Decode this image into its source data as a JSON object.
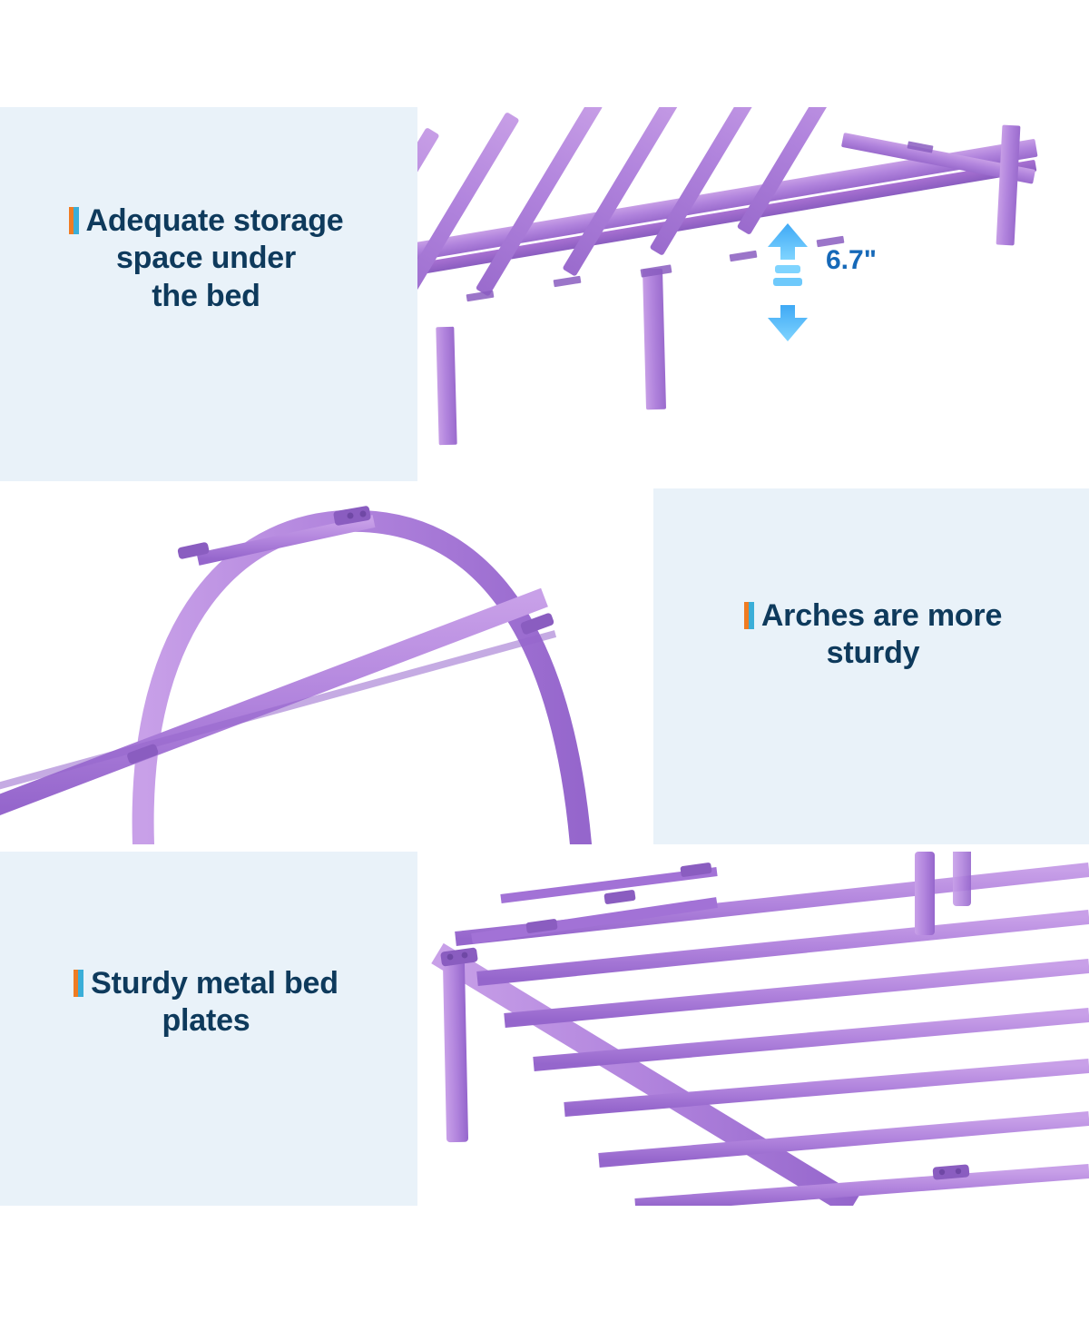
{
  "page": {
    "background_color": "#ffffff",
    "panel_background_color": "#e9f2f9",
    "accent_orange": "#f07c22",
    "accent_blue": "#3aaed8",
    "text_color": "#0e3a5c",
    "metal_color": "#b184dd",
    "arrow_color": "#1669b8"
  },
  "panels": [
    {
      "id": "panel-storage",
      "caption_lines": [
        "Adequate storage",
        "space under",
        "the bed"
      ],
      "caption_text": "Adequate storage space under the bed",
      "measurement_label": "6.7\"",
      "image_alt": "purple metal bed frame side rail with slats and upward/downward arrows showing clearance"
    },
    {
      "id": "panel-arches",
      "caption_lines": [
        "Arches are more",
        "sturdy"
      ],
      "caption_text": "Arches are more sturdy",
      "image_alt": "close-up of purple metal arch headboard tube joint"
    },
    {
      "id": "panel-plates",
      "caption_lines": [
        "Sturdy metal bed",
        "plates"
      ],
      "caption_text": "Sturdy metal bed plates",
      "image_alt": "purple metal bed frame corner with steel slats and legs"
    }
  ]
}
